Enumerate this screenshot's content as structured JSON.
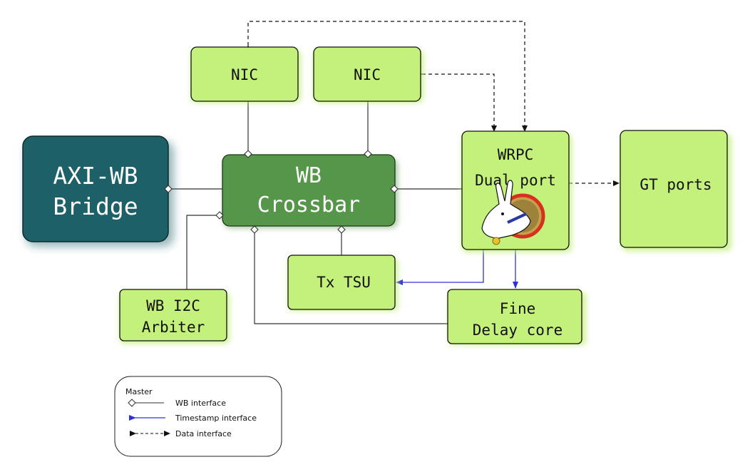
{
  "blocks": {
    "axi_bridge": {
      "line1": "AXI-WB",
      "line2": "Bridge"
    },
    "nic_left": {
      "label": "NIC"
    },
    "nic_right": {
      "label": "NIC"
    },
    "crossbar": {
      "line1": "WB",
      "line2": "Crossbar"
    },
    "wrpc": {
      "line1": "WRPC",
      "line2": "Dual port"
    },
    "gt_ports": {
      "label": "GT ports"
    },
    "tx_tsu": {
      "label": "Tx TSU"
    },
    "i2c_arbiter": {
      "line1": "WB I2C",
      "line2": "Arbiter"
    },
    "fine_delay": {
      "line1": "Fine",
      "line2": "Delay core"
    }
  },
  "legend": {
    "master_label": "Master",
    "wb_interface": "WB interface",
    "timestamp_interface": "Timestamp interface",
    "data_interface": "Data interface"
  },
  "colors": {
    "block_fill": "#c2f07a",
    "crossbar_fill": "#55964a",
    "bridge_fill": "#1b5f67",
    "timestamp_line": "#3030d8",
    "outline": "#111111",
    "logo_ring": "#d83020"
  },
  "icons": {
    "wrpc_logo": "white-rabbit-logo-icon"
  }
}
